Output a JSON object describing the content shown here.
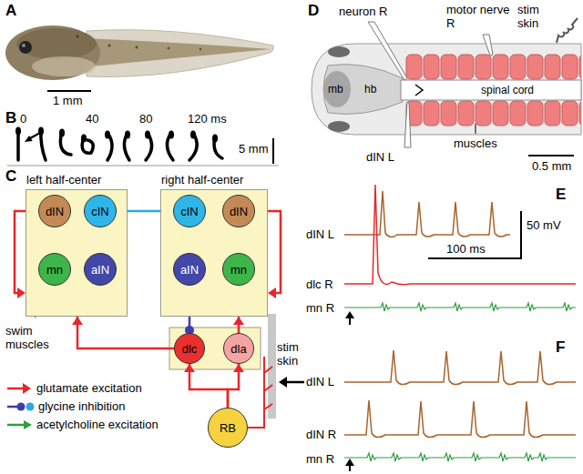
{
  "diagram": {
    "nodes": [
      {
        "text": [
          "left half-center"
        ]
      },
      {
        "text": [
          "dIN"
        ],
        "in": 0
      },
      {
        "text": [
          "cIN"
        ],
        "in": 0
      },
      {
        "text": [
          "mn"
        ],
        "in": 0
      },
      {
        "text": [
          "aIN"
        ],
        "in": 0
      },
      {
        "text": [
          "right half-center"
        ]
      },
      {
        "text": [
          "cIN"
        ],
        "in": 5
      },
      {
        "text": [
          "dIN"
        ],
        "in": 5
      },
      {
        "text": [
          "aIN"
        ],
        "in": 5
      },
      {
        "text": [
          "mn"
        ],
        "in": 5
      },
      {
        "text": [
          "dlc"
        ]
      },
      {
        "text": [
          "dla"
        ]
      },
      {
        "text": [
          "RB"
        ]
      }
    ],
    "edges": [
      {
        "from": 2,
        "to": 6,
        "arrow": "to"
      },
      {
        "from": 8,
        "to": 10,
        "arrow": "to"
      },
      {
        "from": 11,
        "to": 5,
        "arrow": "to"
      },
      {
        "from": 12,
        "to": 10,
        "arrow": "to"
      },
      {
        "from": 12,
        "to": 11,
        "arrow": "to"
      },
      {
        "from": 10,
        "to": 0,
        "arrow": "to"
      }
    ],
    "labels": [
      "A",
      "1 mm",
      "B",
      "0",
      "40",
      "80",
      "120 ms",
      "5 mm",
      "C",
      "swim muscles",
      "stim skin",
      "D",
      "mb",
      "hb",
      "neuron R",
      "motor nerve R",
      "stim skin",
      "spinal cord",
      "muscles",
      "dIN L",
      "0.5 mm",
      "E",
      "dIN L",
      "dlc R",
      "mn R",
      "50 mV",
      "100 ms",
      "F",
      "dIN L",
      "dIN R",
      "mn R"
    ],
    "legend": [
      {
        "text": "glutamate excitation"
      },
      {
        "text": "glycine inhibition"
      },
      {
        "text": "acetylcholine excitation"
      }
    ]
  }
}
